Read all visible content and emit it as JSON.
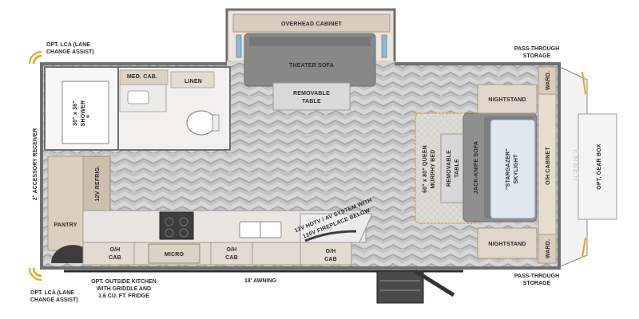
{
  "colors": {
    "wall": "#7a7a7a",
    "cabinet": "#d8ccbc",
    "cabinet_dark": "#c9bba8",
    "counter": "#e6e3de",
    "sofa": "#8c8c8c",
    "sofa_light": "#a9a9a9",
    "bed": "#dcdad6",
    "floor_light": "#d2d2d2",
    "floor_dark": "#a7a7a7",
    "accent_orange": "#e8a21c",
    "bed_outline": "#e0a43a"
  },
  "labels": {
    "overhead_cabinet": "OVERHEAD CABINET",
    "theater_sofa": "THEATER SOFA",
    "removable_table_top": [
      "REMOVABLE",
      "TABLE"
    ],
    "med_cab": "MED. CAB.",
    "linen": "LINEN",
    "shower": [
      "30\" x 36\"",
      "SHOWER"
    ],
    "opt_lca_top": [
      "OPT. LCA (LANE",
      "CHANGE ASSIST)"
    ],
    "opt_lca_bottom": [
      "OPT. LCA (LANE",
      "CHANGE ASSIST)"
    ],
    "accessory_receiver": "2\" ACCESSORY RECEIVER",
    "refrig": "12V REFRIG.",
    "pantry": "PANTRY",
    "oh_cab_1": [
      "O/H",
      "CAB"
    ],
    "micro": "MICRO",
    "oh_cab_2": [
      "O/H",
      "CAB"
    ],
    "oh_cab_3": [
      "O/H",
      "CAB"
    ],
    "hdtv": [
      "12V HDTV / AV SYSTEM WITH",
      "120V FIREPLACE BELOW"
    ],
    "murphy_bed": [
      "60\" x 80\" QUEEN",
      "MURPHY BED"
    ],
    "removable_table_bed": [
      "REMOVABLE",
      "TABLE"
    ],
    "jack_knife_sofa": "JACK-KNIFE SOFA",
    "stargazer": [
      "\"STARGAZER\"",
      "SKYLIGHT"
    ],
    "nightstand_top": "NIGHTSTAND",
    "nightstand_bottom": "NIGHTSTAND",
    "ward_top": "WARD.",
    "ward_bottom": "WARD.",
    "oh_cabinet_front": "O/H CABINET",
    "opt_gear_box": "OPT. GEAR BOX",
    "pass_through_top": [
      "PASS-THROUGH",
      "STORAGE"
    ],
    "pass_through_bottom": [
      "PASS-THROUGH",
      "STORAGE"
    ],
    "outside_kitchen": [
      "OPT. OUTSIDE KITCHEN",
      "WITH GRIDDLE AND",
      "1.6 CU. FT. FRIDGE"
    ],
    "awning": "18' AWNING",
    "brand_logo": "EMBER"
  }
}
